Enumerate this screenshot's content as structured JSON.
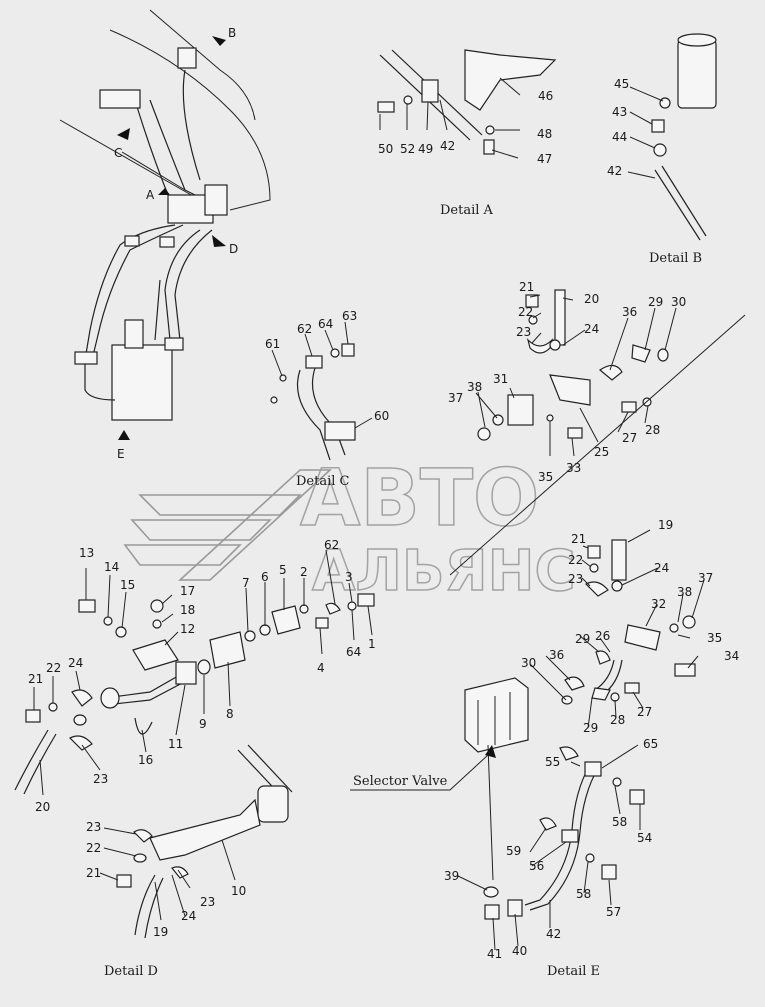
{
  "details": {
    "a": "Detail A",
    "b": "Detail B",
    "c": "Detail C",
    "d": "Detail D",
    "e": "Detail E"
  },
  "arrows": {
    "a": "A",
    "b": "B",
    "c": "C",
    "d": "D",
    "e": "E"
  },
  "selector_valve": "Selector Valve",
  "watermark": {
    "line1": "АВТО",
    "line2": "АЛЬЯНС"
  },
  "callouts": {
    "a_50": "50",
    "a_52": "52",
    "a_49": "49",
    "a_42": "42",
    "a_46": "46",
    "a_48": "48",
    "a_47": "47",
    "b_45": "45",
    "b_43": "43",
    "b_44": "44",
    "b_42": "42",
    "c_61": "61",
    "c_62": "62",
    "c_64": "64",
    "c_63": "63",
    "c_60": "60",
    "r_21": "21",
    "r_20": "20",
    "r_22": "22",
    "r_23": "23",
    "r_24": "24",
    "r_36": "36",
    "r_29": "29",
    "r_30": "30",
    "r_31": "31",
    "r_38": "38",
    "r_37": "37",
    "r_27": "27",
    "r_28": "28",
    "r_35": "35",
    "r_33": "33",
    "r_25": "25",
    "m_13": "13",
    "m_14": "14",
    "m_15": "15",
    "m_17": "17",
    "m_18": "18",
    "m_12": "12",
    "m_7": "7",
    "m_6": "6",
    "m_5": "5",
    "m_2": "2",
    "m_62": "62",
    "m_3": "3",
    "m_1": "1",
    "m_64": "64",
    "m_4": "4",
    "m_9": "9",
    "m_8": "8",
    "m_11": "11",
    "m_16": "16",
    "l_21": "21",
    "l_22": "22",
    "l_24": "24",
    "l_23": "23",
    "l_20": "20",
    "e_19": "19",
    "e_21": "21",
    "e_22": "22",
    "e_23": "23",
    "e_24": "24",
    "e_32": "32",
    "e_38": "38",
    "e_37": "37",
    "e_35": "35",
    "e_34": "34",
    "e_29a": "29",
    "e_26": "26",
    "e_30": "30",
    "e_36": "36",
    "e_27": "27",
    "e_28": "28",
    "e_29b": "29",
    "e_55": "55",
    "e_65": "65",
    "e_58a": "58",
    "e_54": "54",
    "e_59": "59",
    "e_56": "56",
    "e_58b": "58",
    "e_57": "57",
    "e_39": "39",
    "e_42": "42",
    "e_41": "41",
    "e_40": "40",
    "d_23a": "23",
    "d_22": "22",
    "d_21": "21",
    "d_24": "24",
    "d_23b": "23",
    "d_19": "19",
    "d_10": "10"
  }
}
